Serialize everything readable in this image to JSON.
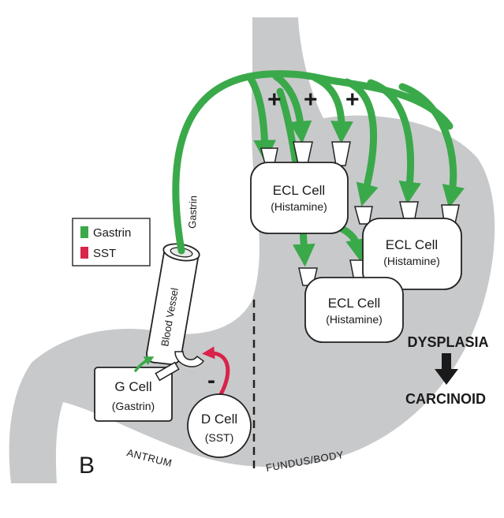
{
  "figure": {
    "panel_letter": "B",
    "colors": {
      "stomach": "#c8c9cb",
      "gastrin": "#3aa94a",
      "sst": "#d8234b",
      "outline": "#222222",
      "arrow_dark": "#1a1a1a"
    }
  },
  "legend": {
    "items": [
      {
        "label": "Gastrin",
        "color": "#3aa94a"
      },
      {
        "label": "SST",
        "color": "#d8234b"
      }
    ]
  },
  "vessel": {
    "label": "Blood Vessel",
    "signal_label": "Gastrin"
  },
  "cells": {
    "g_cell": {
      "title": "G Cell",
      "product": "(Gastrin)"
    },
    "d_cell": {
      "title": "D Cell",
      "product": "(SST)"
    },
    "ecl_1": {
      "title": "ECL Cell",
      "product": "(Histamine)"
    },
    "ecl_2": {
      "title": "ECL Cell",
      "product": "(Histamine)"
    },
    "ecl_3": {
      "title": "ECL Cell",
      "product": "(Histamine)"
    }
  },
  "signs": {
    "plus": "+",
    "minus": "-"
  },
  "regions": {
    "antrum": "ANTRUM",
    "fundus_body": "FUNDUS/BODY"
  },
  "progression": {
    "from": "DYSPLASIA",
    "to": "CARCINOID"
  }
}
